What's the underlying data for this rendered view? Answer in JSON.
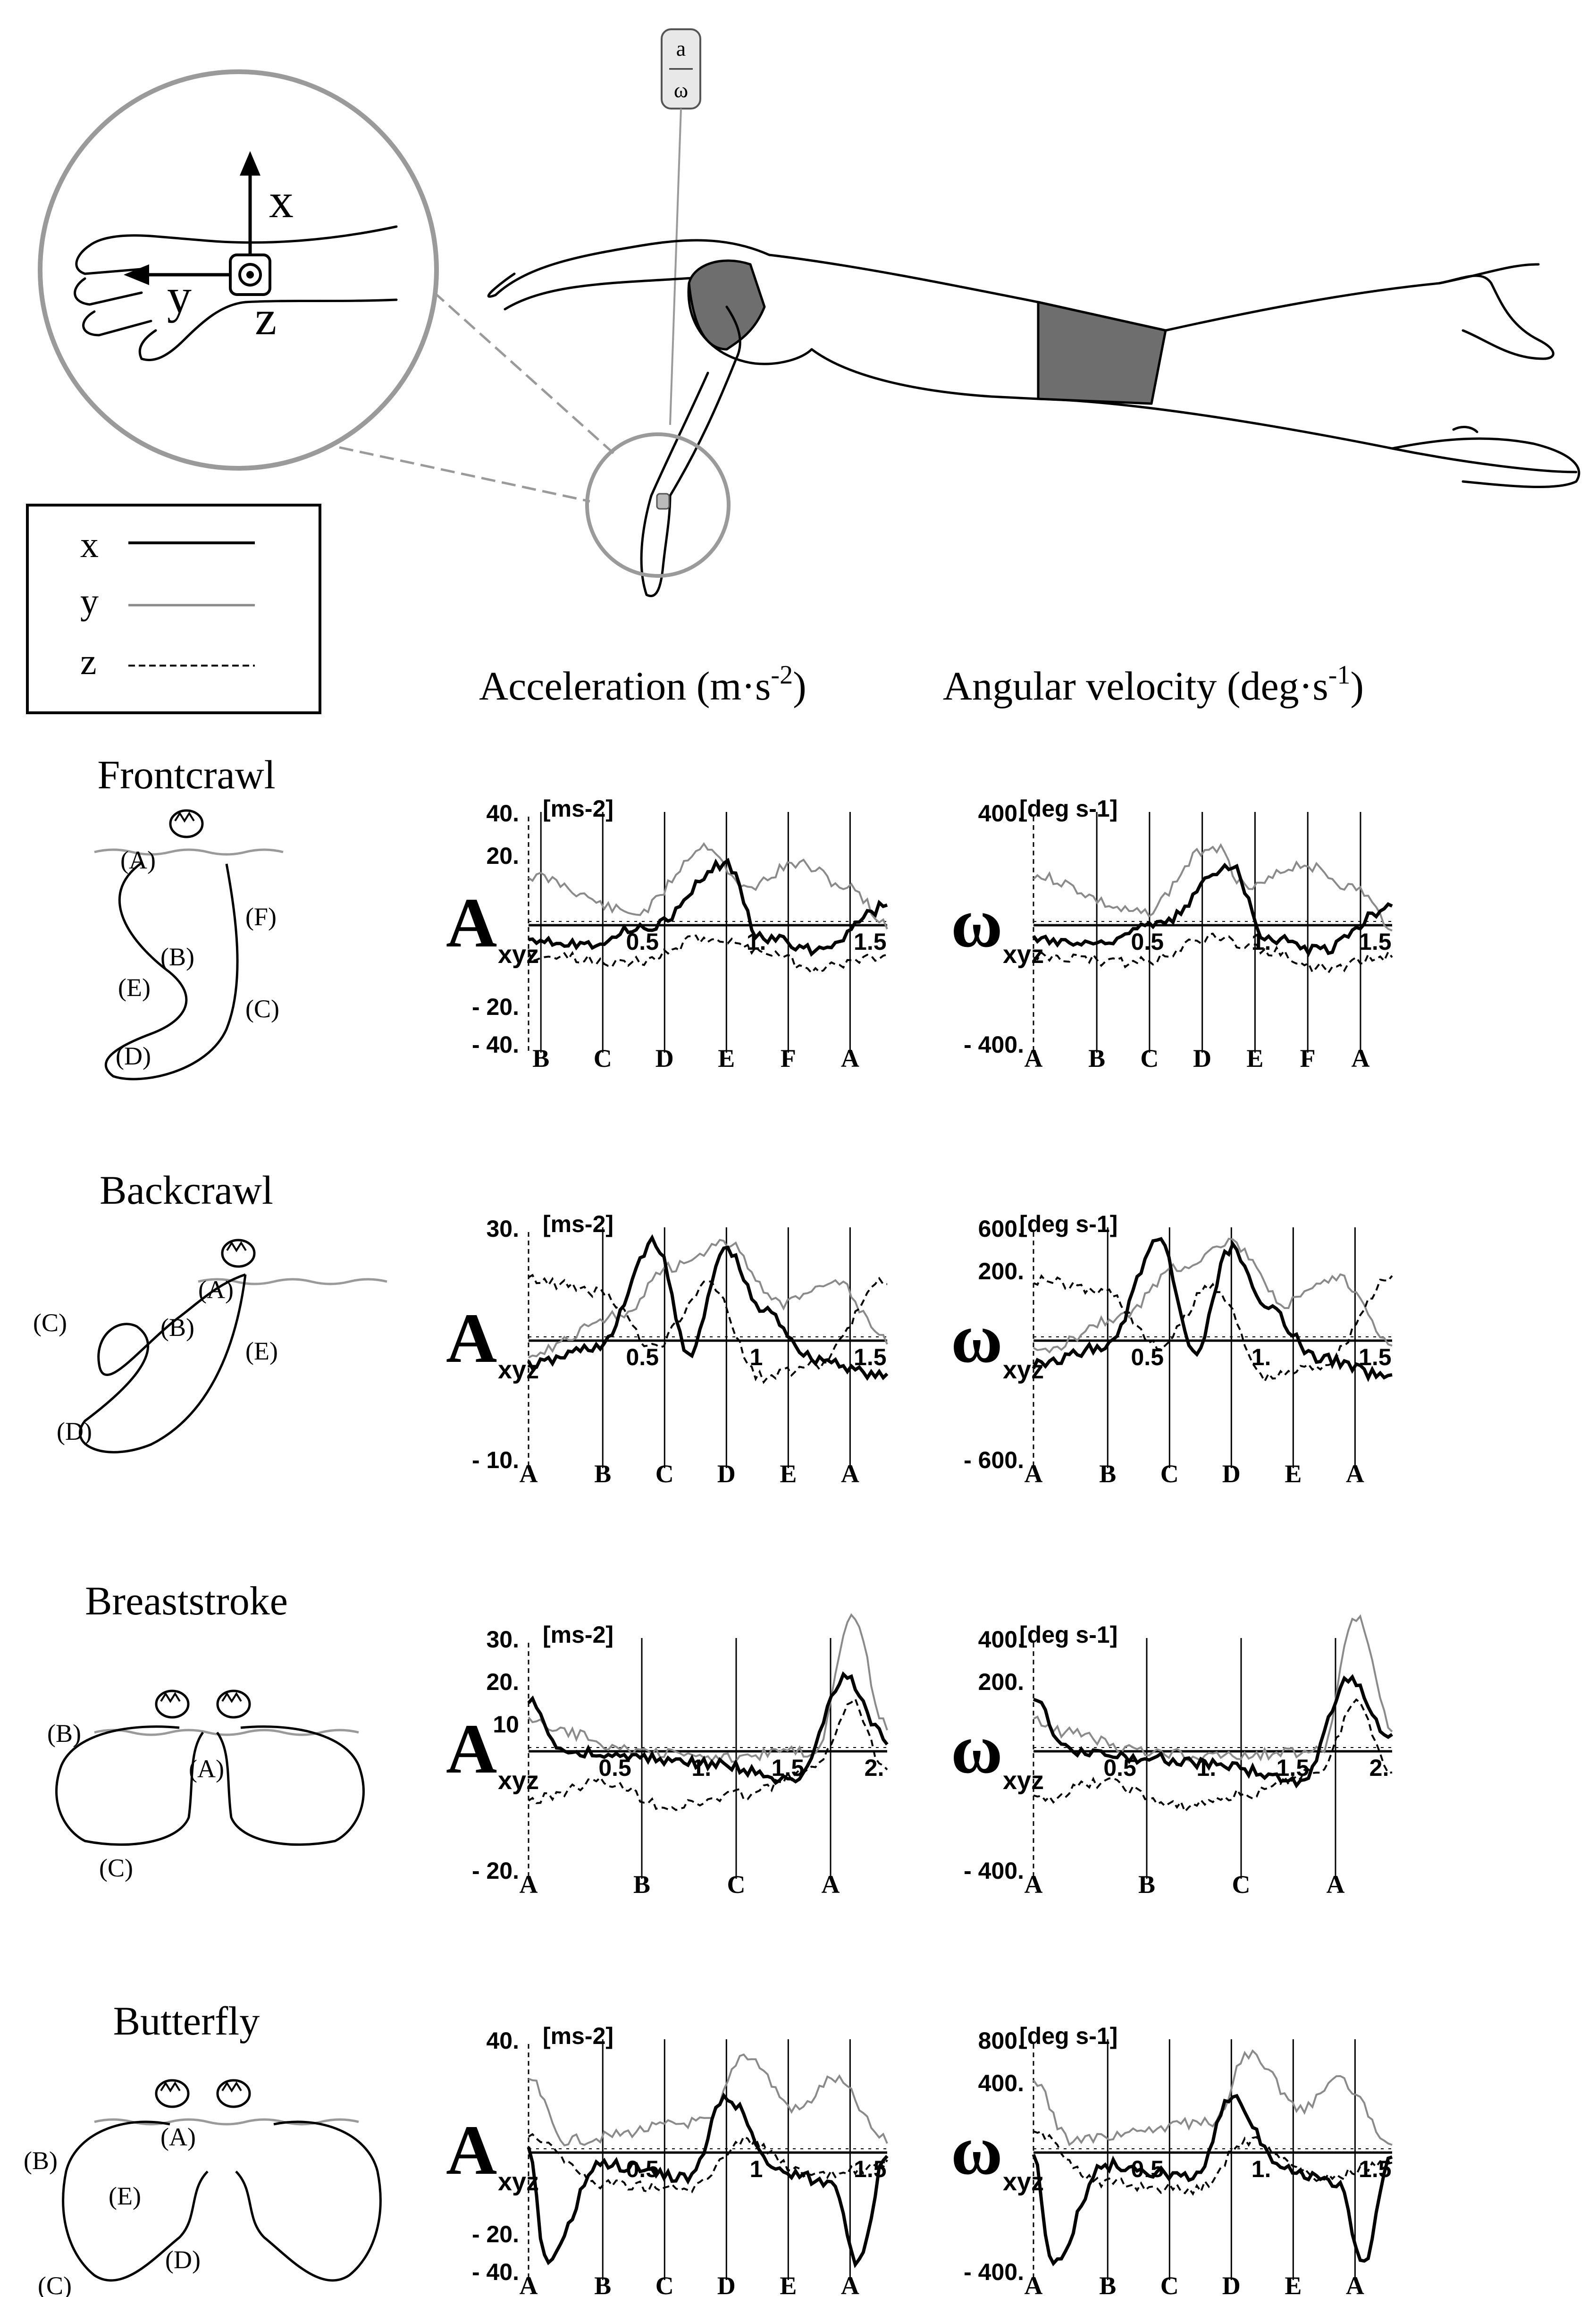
{
  "legend": {
    "items": [
      {
        "axis": "x",
        "style": "solid black"
      },
      {
        "axis": "y",
        "style": "solid grey"
      },
      {
        "axis": "z",
        "style": "dashed black"
      }
    ]
  },
  "inset": {
    "axis_x": "x",
    "axis_y": "y",
    "axis_z": "z"
  },
  "sensor_tag": {
    "line1": "a",
    "line2": "ω"
  },
  "column_headers": {
    "acceleration": "Acceleration (m·s",
    "acceleration_sup": "-2",
    "acceleration_end": ")",
    "angular": "Angular velocity (deg·s",
    "angular_sup": "-1",
    "angular_end": ")"
  },
  "colors": {
    "x": "#000000",
    "y": "#8a8a8a",
    "z": "#000000",
    "circle": "#9a9a9a",
    "cap": "#6e6e6e"
  },
  "rows": [
    {
      "stroke": "Frontcrawl",
      "path_labels": [
        "(A)",
        "(B)",
        "(C)",
        "(D)",
        "(E)",
        "(F)"
      ],
      "acc": {
        "unit": "[ms-2]",
        "symbol": "A",
        "sub": "xyz",
        "yticks": [
          "40.",
          "20.",
          "- 20.",
          "- 40."
        ],
        "xticks": [
          "0.5",
          "1.",
          "1.5"
        ],
        "phases": [
          "B",
          "C",
          "D",
          "E",
          "F",
          "A"
        ]
      },
      "gyro": {
        "unit": "[deg s-1]",
        "symbol": "ω",
        "sub": "xyz",
        "yticks": [
          "400.",
          "- 400."
        ],
        "xticks": [
          "0.5",
          "1.",
          "1.5"
        ],
        "phases": [
          "A",
          "B",
          "C",
          "D",
          "E",
          "F",
          "A"
        ]
      }
    },
    {
      "stroke": "Backcrawl",
      "path_labels": [
        "(A)",
        "(B)",
        "(C)",
        "(D)",
        "(E)"
      ],
      "acc": {
        "unit": "[ms-2]",
        "symbol": "A",
        "sub": "xyz",
        "yticks": [
          "30.",
          "- 10."
        ],
        "xticks": [
          "0.5",
          "1",
          "1.5"
        ],
        "phases": [
          "A",
          "B",
          "C",
          "D",
          "E",
          "A"
        ]
      },
      "gyro": {
        "unit": "[deg s-1]",
        "symbol": "ω",
        "sub": "xyz",
        "yticks": [
          "600.",
          "200.",
          "- 600."
        ],
        "xticks": [
          "0.5",
          "1.",
          "1.5"
        ],
        "phases": [
          "A",
          "B",
          "C",
          "D",
          "E",
          "A"
        ]
      }
    },
    {
      "stroke": "Breaststroke",
      "path_labels": [
        "(A)",
        "(B)",
        "(C)"
      ],
      "acc": {
        "unit": "[ms-2]",
        "symbol": "A",
        "sub": "xyz",
        "yticks": [
          "30.",
          "20.",
          "10",
          "- 20."
        ],
        "xticks": [
          "0.5",
          "1.",
          "1.5",
          "2."
        ],
        "phases": [
          "A",
          "B",
          "C",
          "A"
        ]
      },
      "gyro": {
        "unit": "[deg s-1]",
        "symbol": "ω",
        "sub": "xyz",
        "yticks": [
          "400.",
          "200.",
          "- 400."
        ],
        "xticks": [
          "0.5",
          "1.",
          "1.5",
          "2."
        ],
        "phases": [
          "A",
          "B",
          "C",
          "A"
        ]
      }
    },
    {
      "stroke": "Butterfly",
      "path_labels": [
        "(A)",
        "(B)",
        "(C)",
        "(D)",
        "(E)"
      ],
      "acc": {
        "unit": "[ms-2]",
        "symbol": "A",
        "sub": "xyz",
        "yticks": [
          "40.",
          "- 20.",
          "- 40."
        ],
        "xticks": [
          "0.5",
          "1",
          "1.5"
        ],
        "phases": [
          "A",
          "B",
          "C",
          "D",
          "E",
          "A"
        ]
      },
      "gyro": {
        "unit": "[deg s-1]",
        "symbol": "ω",
        "sub": "xyz",
        "yticks": [
          "800.",
          "400.",
          "- 400."
        ],
        "xticks": [
          "0.5",
          "1.",
          "1.5"
        ],
        "phases": [
          "A",
          "B",
          "C",
          "D",
          "E",
          "A"
        ]
      }
    }
  ]
}
